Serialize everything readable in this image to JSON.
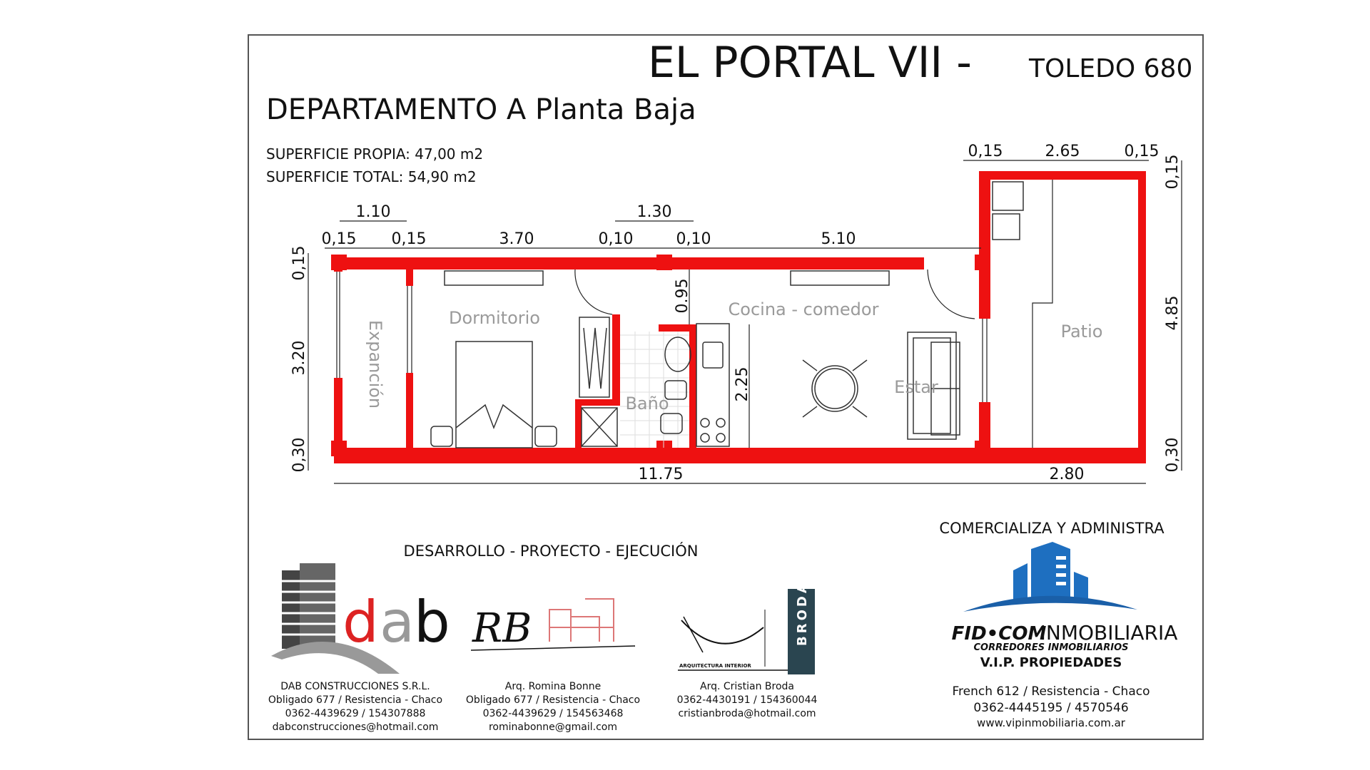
{
  "header": {
    "title": "EL PORTAL VII -",
    "address": "TOLEDO 680",
    "subtitle": "DEPARTAMENTO A Planta Baja",
    "surface_own": "SUPERFICIE PROPIA: 47,00 m2",
    "surface_total": "SUPERFICIE TOTAL: 54,90 m2"
  },
  "plan": {
    "colors": {
      "walls": "#ee1111",
      "lines": "#222222",
      "room_labels": "#9a9a9a"
    },
    "rooms": {
      "expansion": "Expanción",
      "bedroom": "Dormitorio",
      "bathroom": "Baño",
      "kitchen_dining": "Cocina - comedor",
      "living": "Estar",
      "patio": "Patio"
    },
    "dimensions": {
      "top_1": "0,15",
      "top_2": "0,15",
      "top_3": "3.70",
      "top_4": "0,10",
      "top_5": "0,10",
      "top_6": "5.10",
      "upper_1": "1.10",
      "upper_2": "1.30",
      "patio_1": "0,15",
      "patio_2": "2.65",
      "patio_3": "0,15",
      "left_1": "0,15",
      "left_2": "3.20",
      "left_3": "0,30",
      "right_1": "0,15",
      "right_2": "4.85",
      "right_3": "0,30",
      "bottom_1": "11.75",
      "bottom_2": "2.80",
      "inner_door": "0.95",
      "inner_kitchen": "2.25"
    }
  },
  "credits": {
    "heading": "DESARROLLO - PROYECTO - EJECUCIÓN",
    "dab": {
      "logo": "dab",
      "lines": [
        "DAB CONSTRUCCIONES S.R.L.",
        "Obligado 677 / Resistencia - Chaco",
        "0362-4439629 / 154307888",
        "dabconstrucciones@hotmail.com"
      ]
    },
    "rb": {
      "logo": "RB",
      "lines": [
        "Arq. Romina Bonne",
        "Obligado 677 / Resistencia - Chaco",
        "0362-4439629 / 154563468",
        "rominabonne@gmail.com"
      ]
    },
    "broda": {
      "logo": "BRODA",
      "logo_sub": "ARQUITECTURA INTERIOR",
      "lines": [
        "Arq. Cristian Broda",
        "0362-4430191 / 154360044",
        "cristianbroda@hotmail.com"
      ]
    }
  },
  "agency": {
    "heading": "COMERCIALIZA Y ADMINISTRA",
    "brand": "FID•COM",
    "brand_suffix": "INMOBILIARIA",
    "tagline": "CORREDORES INMOBILIARIOS",
    "name": "V.I.P. PROPIEDADES",
    "address": "French 612 / Resistencia - Chaco",
    "phones": "0362-4445195 / 4570546",
    "website": "www.vipinmobiliaria.com.ar",
    "brand_color": "#1e6fc0"
  }
}
